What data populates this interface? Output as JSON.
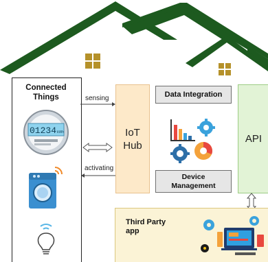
{
  "connected_things": {
    "title": "Connected Things",
    "meter_display": "01234",
    "meter_unit": "kWh"
  },
  "links": {
    "sensing": "sensing",
    "activating": "activating"
  },
  "iot_hub": {
    "label": "IoT Hub"
  },
  "data_integration": {
    "label": "Data Integration"
  },
  "device_management": {
    "label": "Device Management"
  },
  "api": {
    "label": "API"
  },
  "third_party": {
    "label": "Third Party app"
  },
  "colors": {
    "roof": "#1d5a1f",
    "window": "#b5912a",
    "iot_fill": "#fde9c9",
    "api_fill": "#e2f3d6",
    "third_fill": "#fbf3d6",
    "gray_box": "#e6e6e6"
  }
}
